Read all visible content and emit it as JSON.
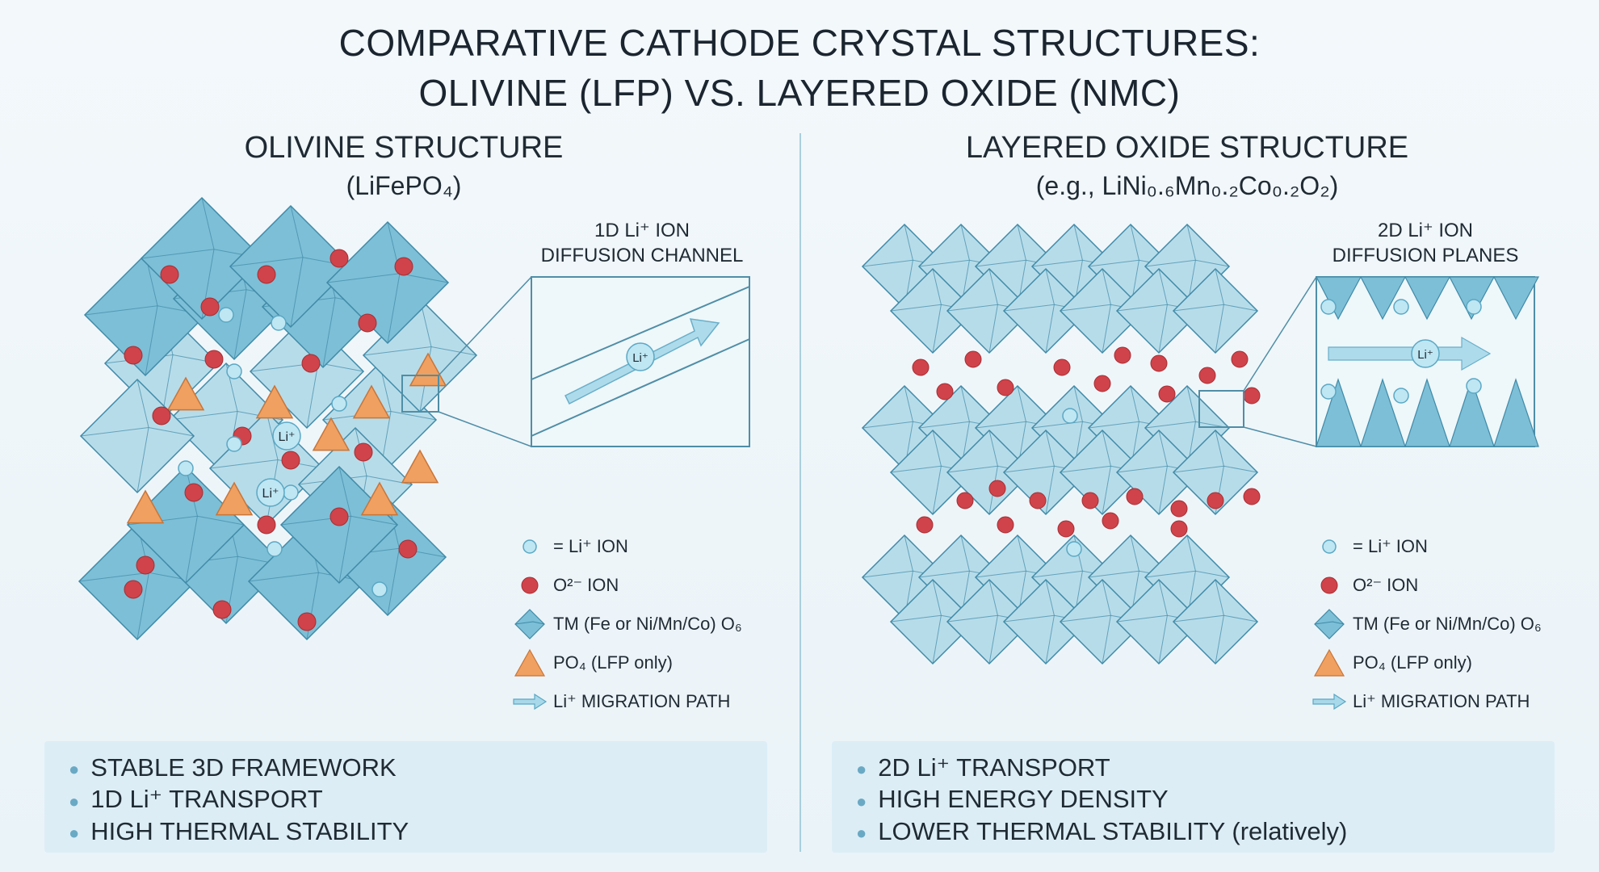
{
  "title": {
    "line1": "COMPARATIVE CATHODE CRYSTAL STRUCTURES:",
    "line2": "OLIVINE (LFP) VS. LAYERED OXIDE (NMC)"
  },
  "left": {
    "heading": "OLIVINE STRUCTURE",
    "formula": "(LiFePO₄)",
    "zoom_label_line1": "1D Li⁺ ION",
    "zoom_label_line2": "DIFFUSION CHANNEL",
    "ion_labels": [
      "Li⁺",
      "Li⁺"
    ],
    "zoom_ion_label": "Li⁺",
    "legend": [
      {
        "icon": "li-ion-icon",
        "text": "= Li⁺ ION"
      },
      {
        "icon": "oxygen-ion-icon",
        "text": "O²⁻ ION"
      },
      {
        "icon": "octahedron-icon",
        "text": "TM (Fe or Ni/Mn/Co) O₆"
      },
      {
        "icon": "tetrahedron-icon",
        "text": "PO₄ (LFP only)"
      },
      {
        "icon": "arrow-icon",
        "text": "Li⁺ MIGRATION PATH"
      }
    ],
    "summary": [
      "STABLE 3D FRAMEWORK",
      "1D Li⁺ TRANSPORT",
      "HIGH THERMAL STABILITY"
    ]
  },
  "right": {
    "heading": "LAYERED OXIDE STRUCTURE",
    "formula": "(e.g., LiNi₀.₆Mn₀.₂Co₀.₂O₂)",
    "zoom_label_line1": "2D Li⁺ ION",
    "zoom_label_line2": "DIFFUSION PLANES",
    "zoom_ion_label": "Li⁺",
    "legend": [
      {
        "icon": "li-ion-icon",
        "text": "= Li⁺ ION"
      },
      {
        "icon": "oxygen-ion-icon",
        "text": "O²⁻ ION"
      },
      {
        "icon": "octahedron-icon",
        "text": "TM (Fe or Ni/Mn/Co) O₆"
      },
      {
        "icon": "tetrahedron-icon",
        "text": "PO₄ (LFP only)"
      },
      {
        "icon": "arrow-icon",
        "text": "Li⁺ MIGRATION PATH"
      }
    ],
    "summary": [
      "2D Li⁺ TRANSPORT",
      "HIGH ENERGY DENSITY",
      "LOWER THERMAL STABILITY (relatively)"
    ]
  },
  "colors": {
    "octahedron": "#7dbfd6",
    "octahedron_light": "#b7dce9",
    "octahedron_stroke": "#3f8aa8",
    "oxygen": "#d0434a",
    "li_ion": "#bfe6f3",
    "tetrahedron": "#f0a060",
    "divider": "#a9cfdc",
    "summary_bg": "#dcedf6"
  }
}
